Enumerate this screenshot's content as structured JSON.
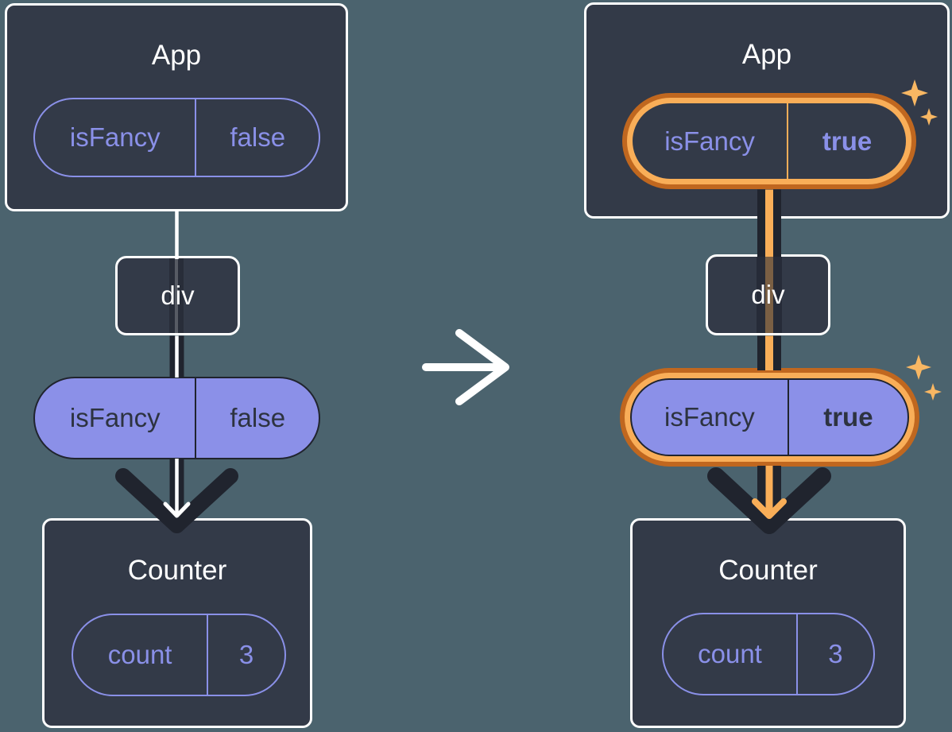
{
  "diagram": {
    "left": {
      "app": {
        "title": "App",
        "state_name": "isFancy",
        "state_value": "false"
      },
      "div_label": "div",
      "prop_name": "isFancy",
      "prop_value": "false",
      "counter": {
        "title": "Counter",
        "state_name": "count",
        "state_value": "3"
      }
    },
    "right": {
      "app": {
        "title": "App",
        "state_name": "isFancy",
        "state_value": "true"
      },
      "div_label": "div",
      "prop_name": "isFancy",
      "prop_value": "true",
      "counter": {
        "title": "Counter",
        "state_name": "count",
        "state_value": "3"
      }
    },
    "icons": {
      "transition": "arrow-right-icon",
      "highlight": "sparkle-icon",
      "flow": "arrow-down-chevron-icon"
    },
    "colors": {
      "background": "#4B636E",
      "card": "#333A48",
      "card_border": "#FFFFFF",
      "purple": "#8A90E8",
      "lavender_fill": "#8B90E8",
      "dark_text": "#2D3340",
      "flow_dark": "#20242E",
      "highlight_orange": "#F9AE58",
      "highlight_orange_dark": "#C0671F",
      "sparkle": "#F8B763",
      "white_line": "#FFFFFF"
    }
  }
}
